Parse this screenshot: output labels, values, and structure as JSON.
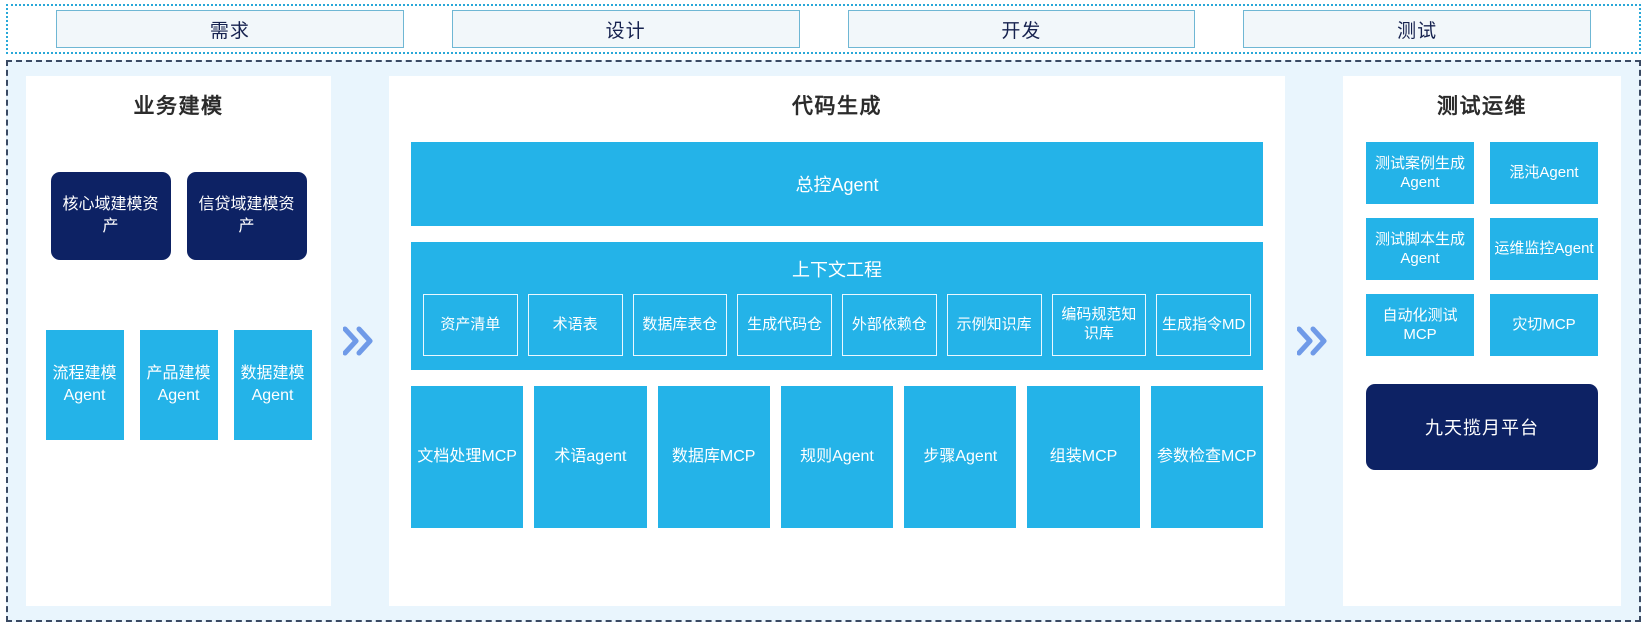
{
  "phases": {
    "items": [
      {
        "label": "需求"
      },
      {
        "label": "设计"
      },
      {
        "label": "开发"
      },
      {
        "label": "测试"
      }
    ]
  },
  "separators": {
    "left_arrow": "»",
    "right_arrow": "»"
  },
  "colors": {
    "accent_blue": "#24b3e8",
    "navy": "#0d2264",
    "panel_bg": "#e9f5fd",
    "card_bg": "#ffffff",
    "chevron": "#6f9ae8",
    "phase_border": "#6fb7d4",
    "phase_fill": "#f2f7fa",
    "dashed_border": "#3a4a63",
    "dotted_border": "#29a8d8"
  },
  "left_panel": {
    "title": "业务建模",
    "assets": [
      {
        "label": "核心域建模资产"
      },
      {
        "label": "信贷域建模资产"
      }
    ],
    "agents": [
      {
        "label": "流程建模Agent"
      },
      {
        "label": "产品建模Agent"
      },
      {
        "label": "数据建模Agent"
      }
    ]
  },
  "center_panel": {
    "title": "代码生成",
    "master_agent": "总控Agent",
    "context": {
      "title": "上下文工程",
      "items": [
        {
          "label": "资产清单"
        },
        {
          "label": "术语表"
        },
        {
          "label": "数据库表仓"
        },
        {
          "label": "生成代码仓"
        },
        {
          "label": "外部依赖仓"
        },
        {
          "label": "示例知识库"
        },
        {
          "label": "编码规范知识库"
        },
        {
          "label": "生成指令MD"
        }
      ]
    },
    "tools": [
      {
        "label": "文档处理MCP"
      },
      {
        "label": "术语agent"
      },
      {
        "label": "数据库MCP"
      },
      {
        "label": "规则Agent"
      },
      {
        "label": "步骤Agent"
      },
      {
        "label": "组装MCP"
      },
      {
        "label": "参数检查MCP"
      }
    ]
  },
  "right_panel": {
    "title": "测试运维",
    "cards": [
      {
        "label": "测试案例生成Agent"
      },
      {
        "label": "混沌Agent"
      },
      {
        "label": "测试脚本生成Agent"
      },
      {
        "label": "运维监控Agent"
      },
      {
        "label": "自动化测试MCP"
      },
      {
        "label": "灾切MCP"
      }
    ],
    "platform": "九天揽月平台"
  }
}
